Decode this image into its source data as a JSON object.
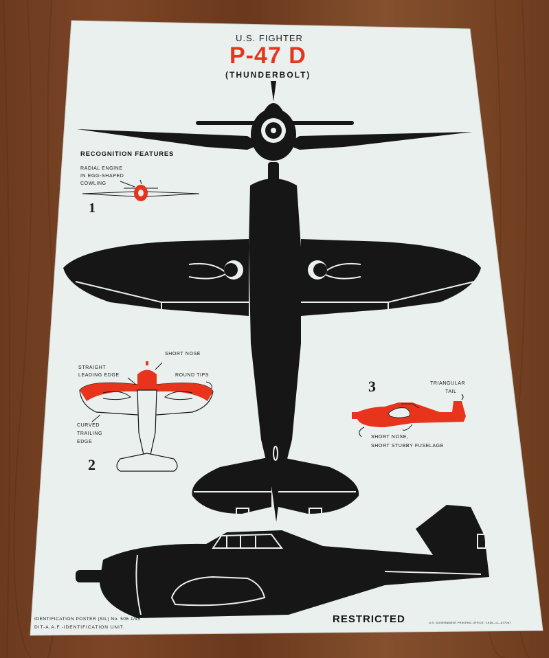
{
  "poster": {
    "subtitle_top": "U.S. FIGHTER",
    "title": "P-47 D",
    "name": "(THUNDERBOLT)",
    "recognition_heading": "RECOGNITION FEATURES",
    "feature1": {
      "number": "1",
      "label_lines": [
        "RADIAL ENGINE",
        "IN EGG-SHAPED",
        "COWLING"
      ]
    },
    "feature2": {
      "number": "2",
      "labels": {
        "short_nose": "SHORT NOSE",
        "straight_leading_edge": [
          "STRAIGHT",
          "LEADING EDGE"
        ],
        "round_tips": "ROUND TIPS",
        "curved_trailing_edge": [
          "CURVED",
          "TRAILING",
          "EDGE"
        ]
      }
    },
    "feature3": {
      "number": "3",
      "labels": {
        "triangular_tail": [
          "TRIANGULAR",
          "TAIL"
        ],
        "short_nose_fuselage": [
          "SHORT NOSE,",
          "SHORT STUBBY FUSELAGE"
        ]
      }
    },
    "footer": {
      "left_line1": "IDENTIFICATION POSTER (SIL) No. 506 1/45",
      "left_line2": "DIT-A.A.F.-IDENTIFICATION UNIT.",
      "restricted": "RESTRICTED",
      "right": "U.S. GOVERNMENT PRINTING OFFICE : 1945—O—677067"
    }
  },
  "colors": {
    "paper": "#e9f0ee",
    "silhouette": "#161616",
    "accent_red": "#e8341c",
    "wood": "#74401f"
  }
}
